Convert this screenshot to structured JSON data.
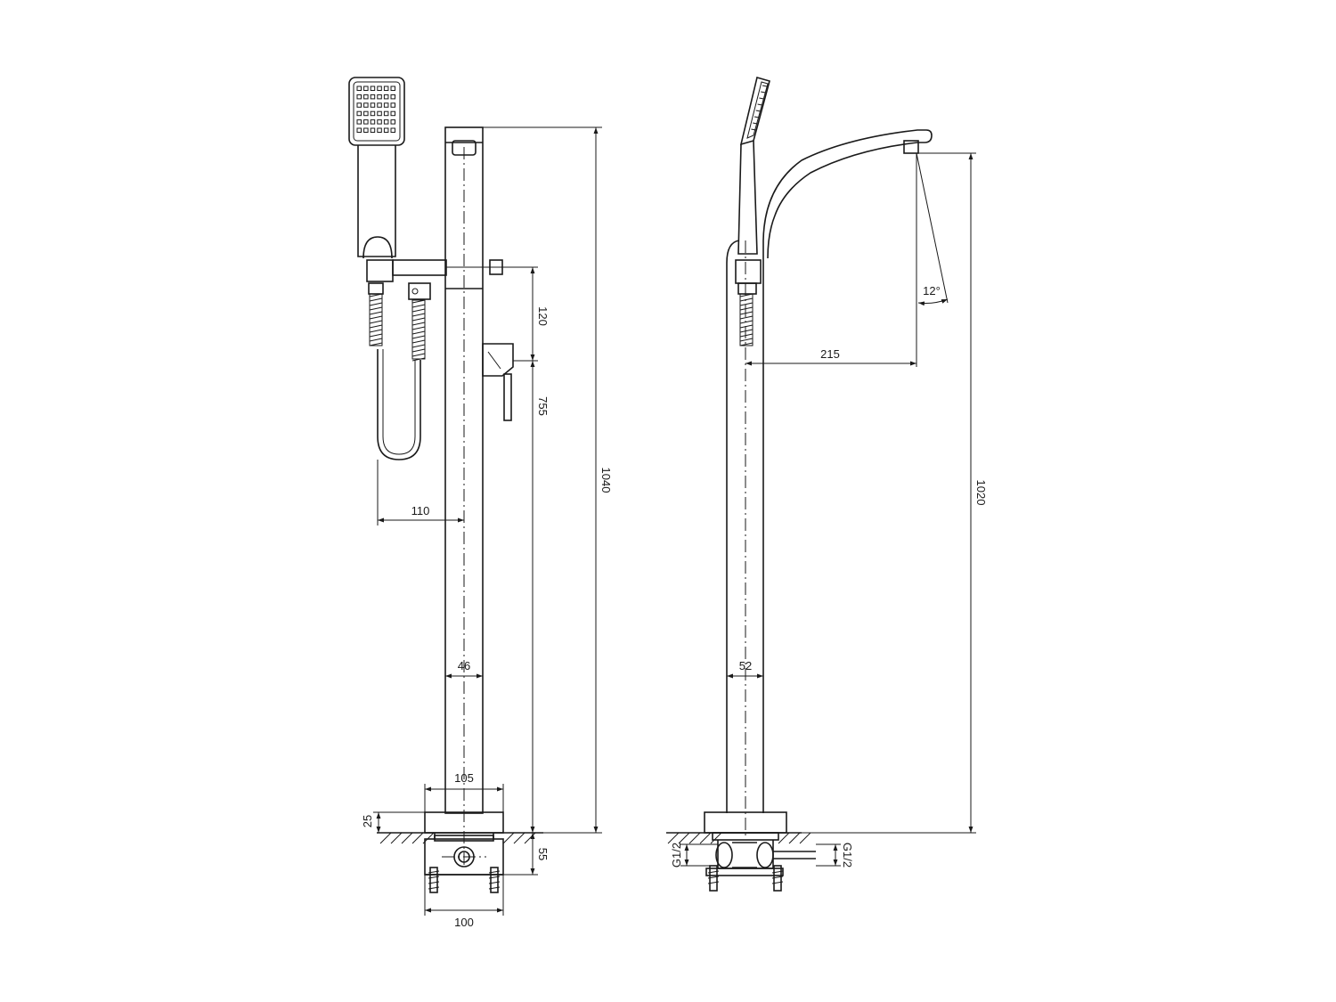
{
  "dimensions": {
    "front": {
      "outlet_drop": "120",
      "mixer_height": "755",
      "total_height": "1040",
      "hose_offset": "110",
      "column_width": "46",
      "base_width": "105",
      "base_height": "25",
      "below_floor": "55",
      "box_width": "100"
    },
    "side": {
      "spout_angle": "12°",
      "spout_reach": "215",
      "spout_height": "1020",
      "column_width": "52",
      "inlet_left": "G1/2",
      "inlet_right": "G1/2"
    }
  },
  "colors": {
    "line": "#1a1a1a",
    "background": "#ffffff"
  }
}
